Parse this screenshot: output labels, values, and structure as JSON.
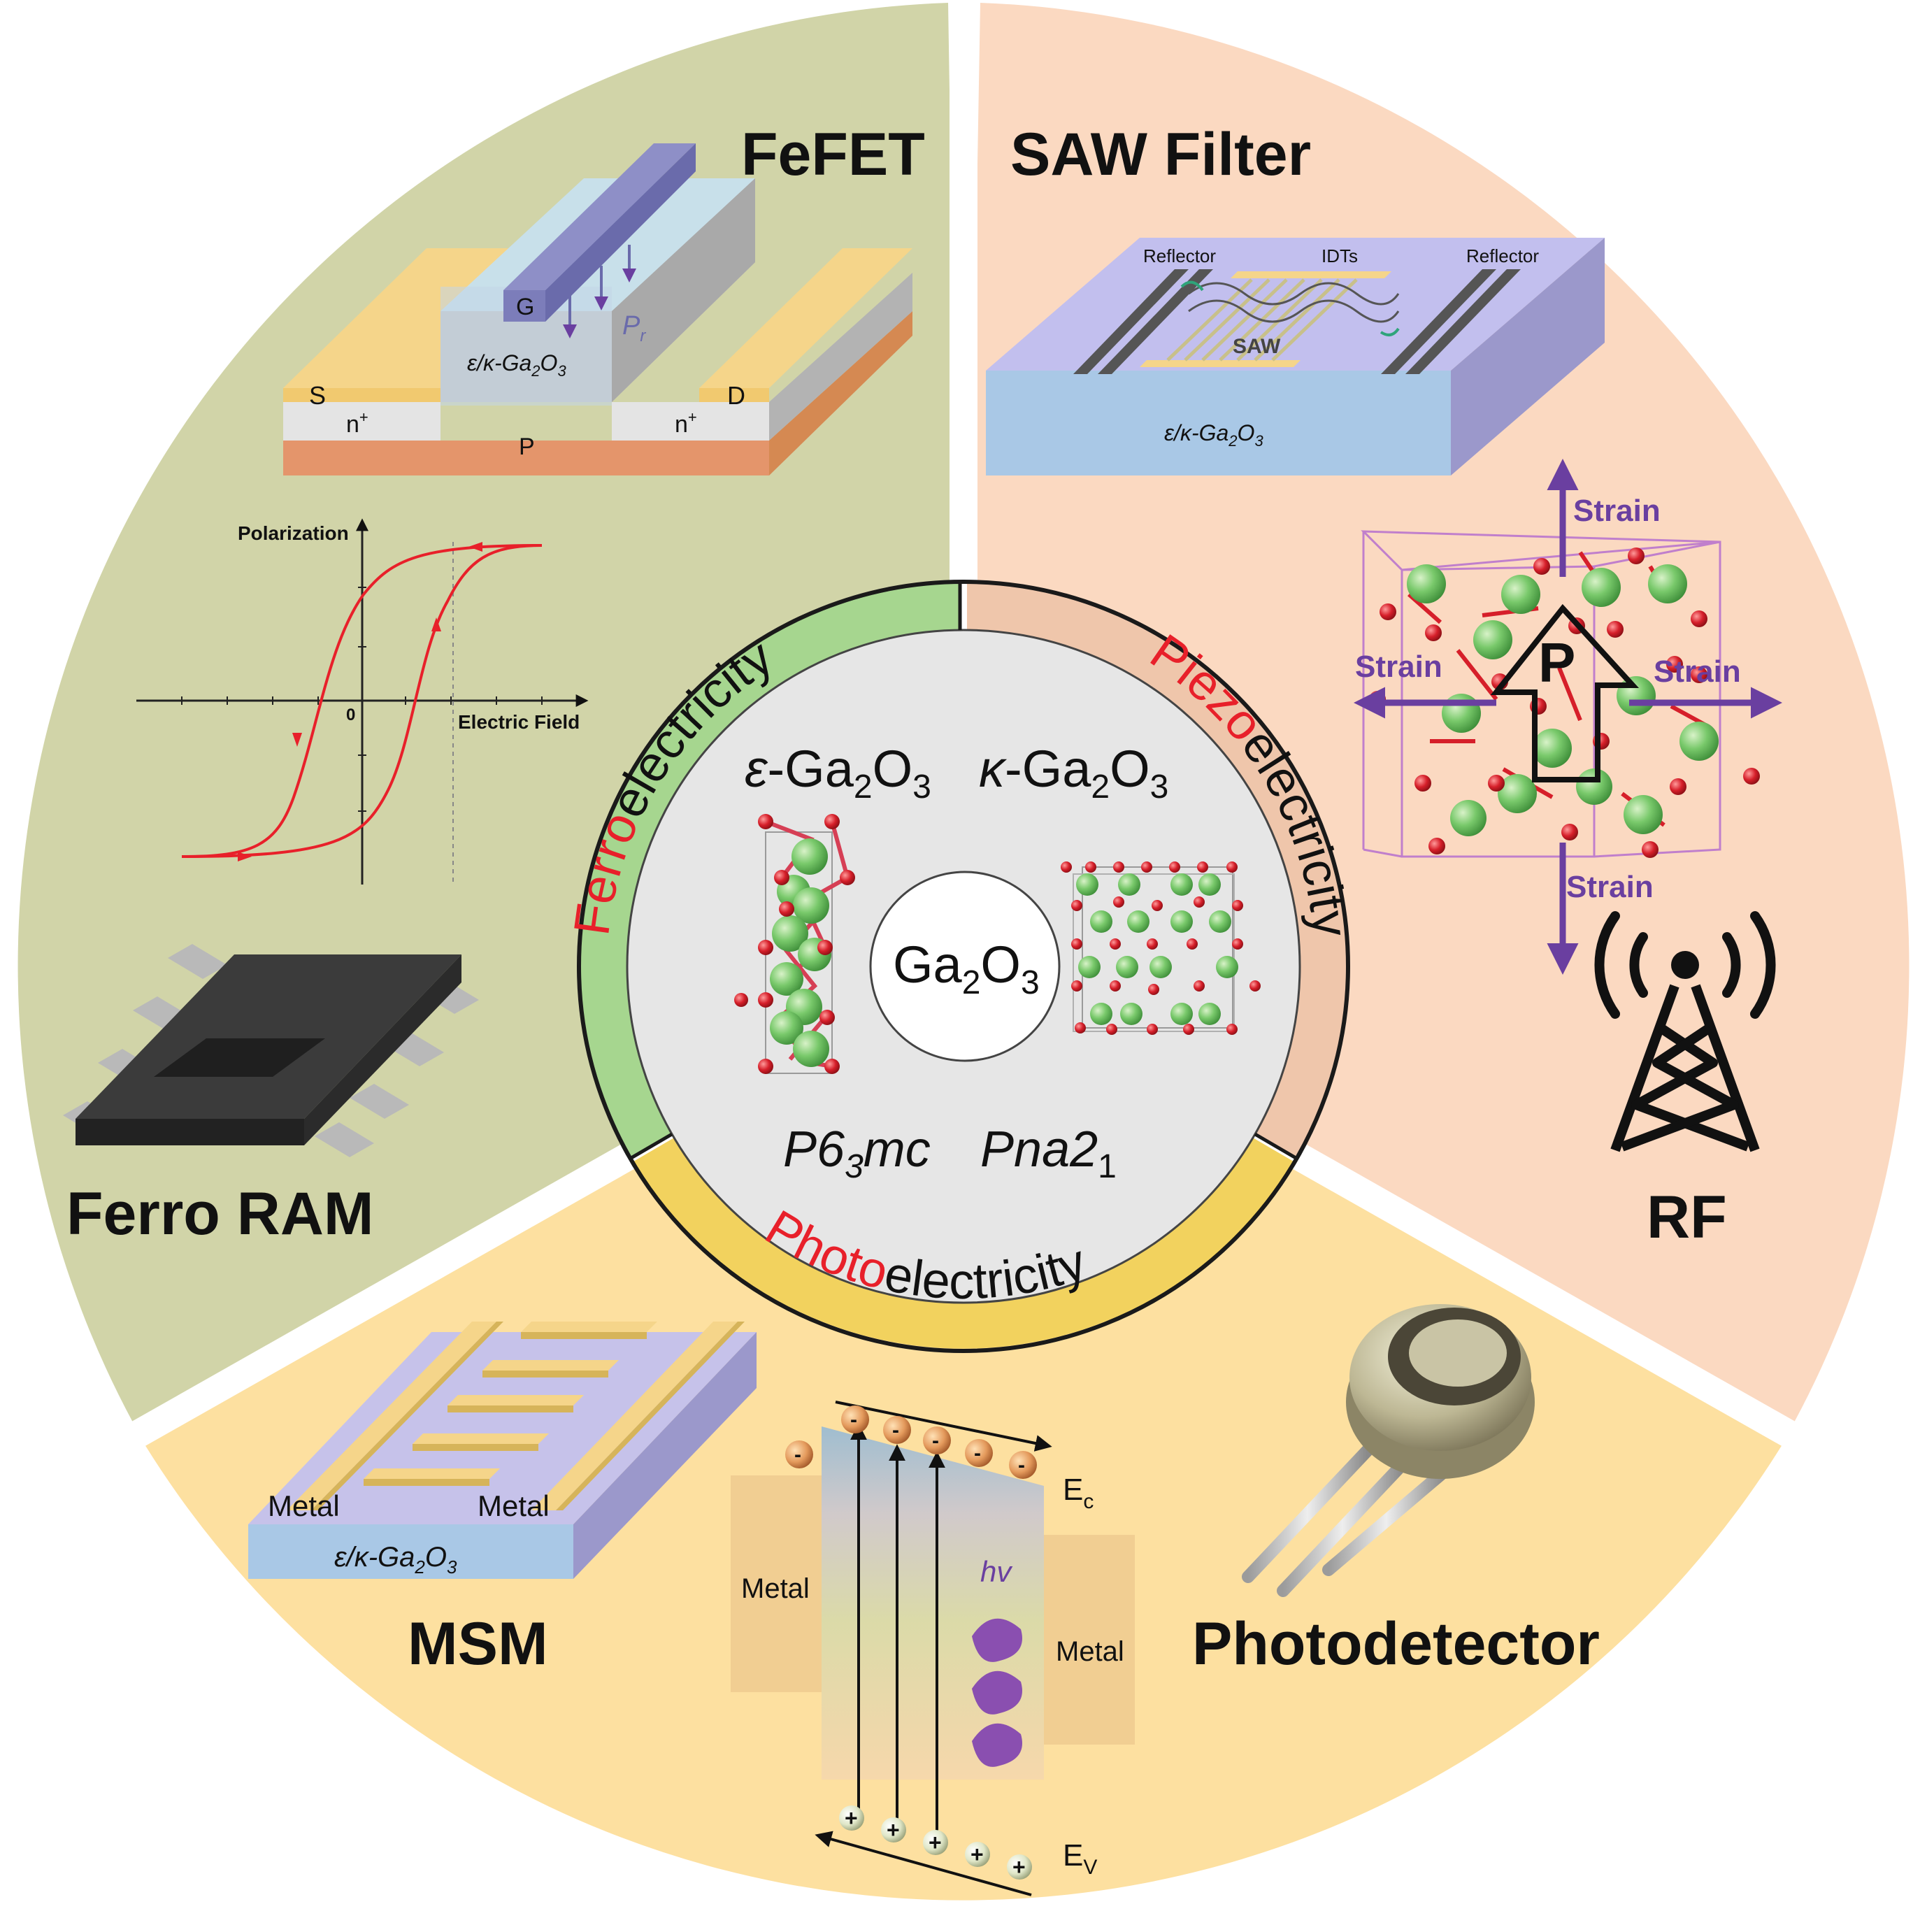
{
  "colors": {
    "ferro_sector": "#d1d4a8",
    "piezo_sector": "#fbd9c1",
    "photo_sector": "#fde0a0",
    "ring_ferro": "#a6d68f",
    "ring_piezo": "#efc6ab",
    "ring_photo": "#f2d25e",
    "core": "#e6e6e6",
    "accent_red": "#e8202a",
    "strain_purple": "#6a3fa0",
    "atom_green": "#79c96b",
    "atom_red": "#d61f2a"
  },
  "center": {
    "label_main": "Ga",
    "label_sub1": "2",
    "label_mid": "O",
    "label_sub2": "3",
    "eps_prefix": "ε",
    "kappa_prefix": "κ",
    "formula_main": "-Ga",
    "space_group_eps": {
      "a": "P6",
      "sub": "3",
      "b": "mc"
    },
    "space_group_kappa": {
      "a": "Pna2",
      "sub": "1"
    }
  },
  "ring": {
    "ferro": {
      "accent": "Ferro",
      "rest": "electricity"
    },
    "piezo": {
      "accent": "Piezo",
      "rest": "electricity"
    },
    "photo": {
      "accent": "Photo",
      "rest": "electricity"
    }
  },
  "fefet": {
    "title": "FeFET",
    "gate": "G",
    "source": "S",
    "drain": "D",
    "n_plus": "n",
    "plus": "+",
    "p_region": "P",
    "pr": "P",
    "pr_sub": "r",
    "layer": "ε/κ-Ga",
    "layer_sub1": "2",
    "layer_mid": "O",
    "layer_sub2": "3"
  },
  "hysteresis": {
    "y_label": "Polarization",
    "x_label": "Electric Field",
    "origin": "0"
  },
  "ferro_ram": {
    "title": "Ferro RAM"
  },
  "saw": {
    "title": "SAW Filter",
    "reflector_left": "Reflector",
    "idts": "IDTs",
    "reflector_right": "Reflector",
    "saw_label": "SAW",
    "layer": "ε/κ-Ga",
    "layer_sub1": "2",
    "layer_mid": "O",
    "layer_sub2": "3"
  },
  "crystal": {
    "strain_top": "Strain",
    "strain_left": "Strain",
    "strain_right": "Strain",
    "strain_bottom": "Strain",
    "polar_label": "P"
  },
  "rf": {
    "title": "RF"
  },
  "msm": {
    "title": "MSM",
    "metal_left": "Metal",
    "metal_right": "Metal",
    "layer": "ε/κ-Ga",
    "layer_sub1": "2",
    "layer_mid": "O",
    "layer_sub2": "3"
  },
  "band": {
    "metal_left": "Metal",
    "metal_right": "Metal",
    "ec": "E",
    "ec_sub": "c",
    "ev": "E",
    "ev_sub": "V",
    "hv": "hv",
    "electron": "-",
    "hole": "+"
  },
  "photodetector": {
    "title": "Photodetector"
  }
}
